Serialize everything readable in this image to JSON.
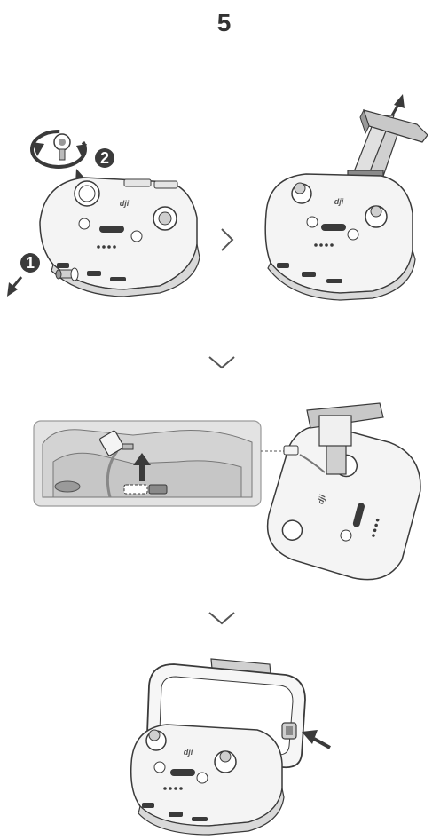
{
  "step": {
    "number": "5"
  },
  "badges": {
    "first": "1",
    "second": "2"
  },
  "brand": {
    "logo_text": "dji"
  },
  "colors": {
    "outline": "#3a3a3a",
    "body_fill": "#f4f4f4",
    "shade": "#d9d9d9",
    "dark_badge": "#3b3b3b",
    "inset_fill": "#e3e3e3"
  }
}
